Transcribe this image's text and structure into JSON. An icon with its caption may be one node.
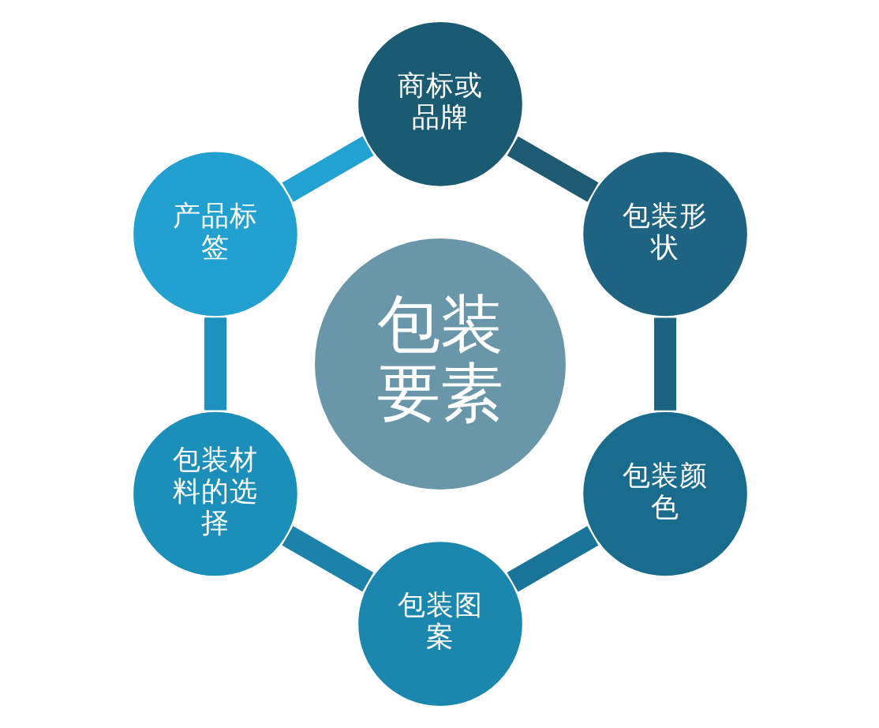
{
  "diagram": {
    "nodes": [
      {
        "text": [
          "包装要素"
        ]
      },
      {
        "text": [
          "商标或品牌"
        ]
      },
      {
        "text": [
          "包装形状"
        ]
      },
      {
        "text": [
          "包装颜色"
        ]
      },
      {
        "text": [
          "包装图案"
        ]
      },
      {
        "text": [
          "包装材料的选择"
        ]
      },
      {
        "text": [
          "产品标签"
        ]
      }
    ],
    "edges": [
      {
        "from": 1,
        "to": 2,
        "arrow": "none",
        "color": "#1f5a73"
      },
      {
        "from": 2,
        "to": 3,
        "arrow": "none",
        "color": "#1c6482"
      },
      {
        "from": 3,
        "to": 4,
        "arrow": "none",
        "color": "#1a7399"
      },
      {
        "from": 4,
        "to": 5,
        "arrow": "none",
        "color": "#1c82aa"
      },
      {
        "from": 5,
        "to": 6,
        "arrow": "none",
        "color": "#1d92c0"
      },
      {
        "from": 6,
        "to": 1,
        "arrow": "none",
        "color": "#22a2d2"
      }
    ]
  }
}
